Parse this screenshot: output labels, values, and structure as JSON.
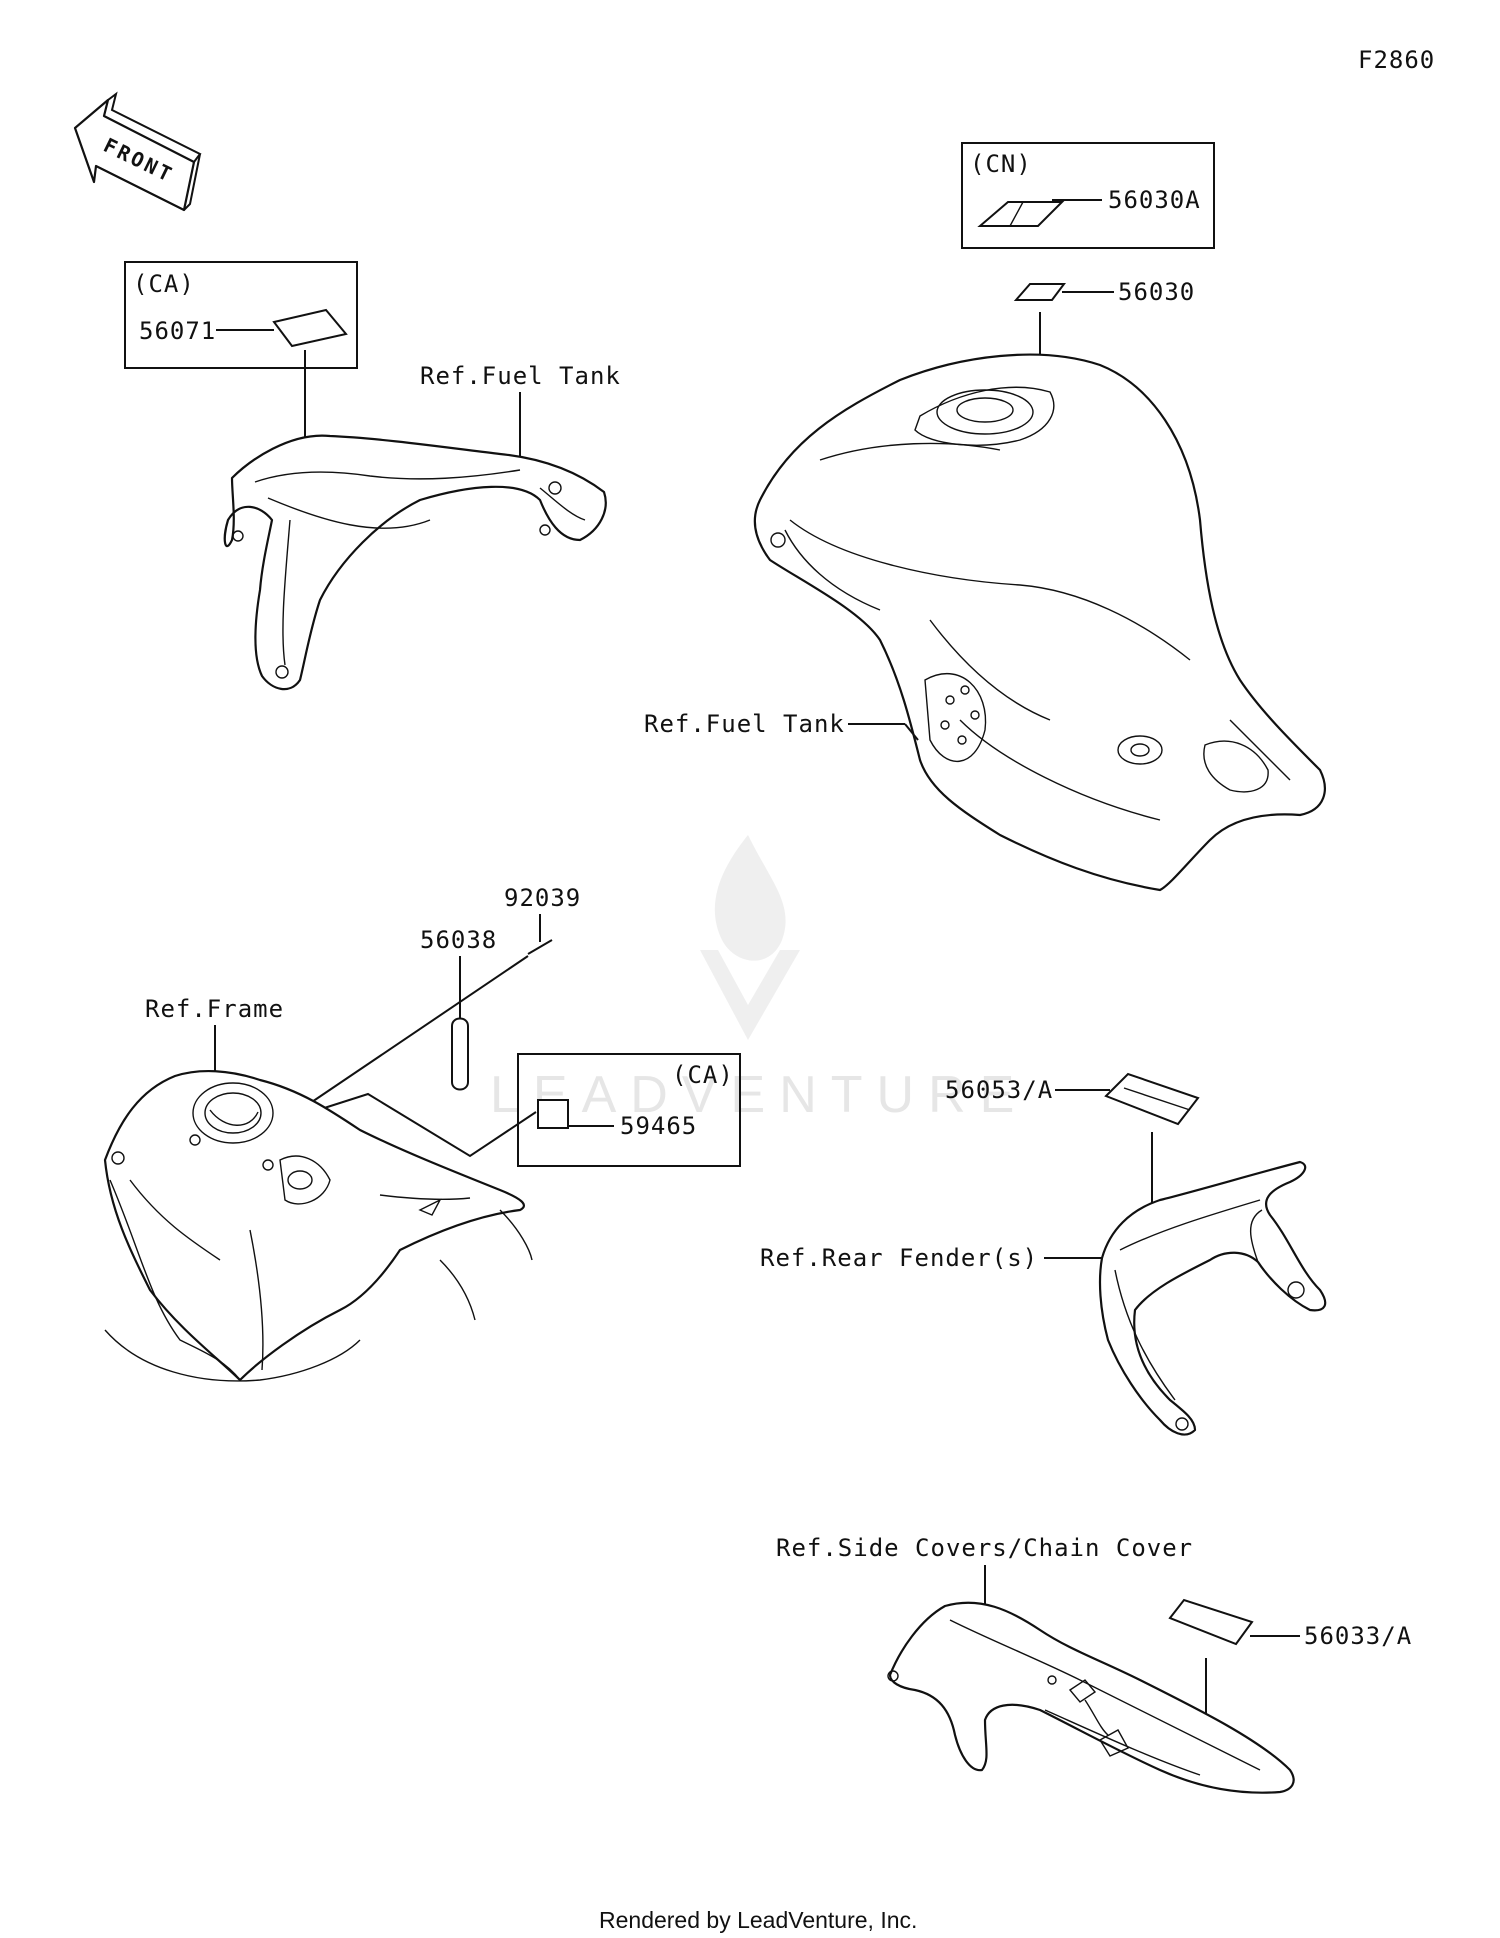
{
  "figure_code": "F2860",
  "front_arrow_text": "FRONT",
  "watermark_text": "LEADVENTURE",
  "footer_text": "Rendered by LeadVenture, Inc.",
  "callouts": {
    "ca_top": "(CA)",
    "ca_mid": "(CA)",
    "cn": "(CN)",
    "p56071": "56071",
    "p56030A": "56030A",
    "p56030": "56030",
    "p92039": "92039",
    "p56038": "56038",
    "p59465": "59465",
    "p56053A": "56053/A",
    "p56033A": "56033/A"
  },
  "references": {
    "fuel_tank_upper": "Ref.Fuel Tank",
    "fuel_tank_main": "Ref.Fuel Tank",
    "frame": "Ref.Frame",
    "rear_fender": "Ref.Rear Fender(s)",
    "side_covers": "Ref.Side Covers/Chain Cover"
  },
  "icons": [
    "front-arrow-icon",
    "watermark-flame-logo-icon"
  ]
}
